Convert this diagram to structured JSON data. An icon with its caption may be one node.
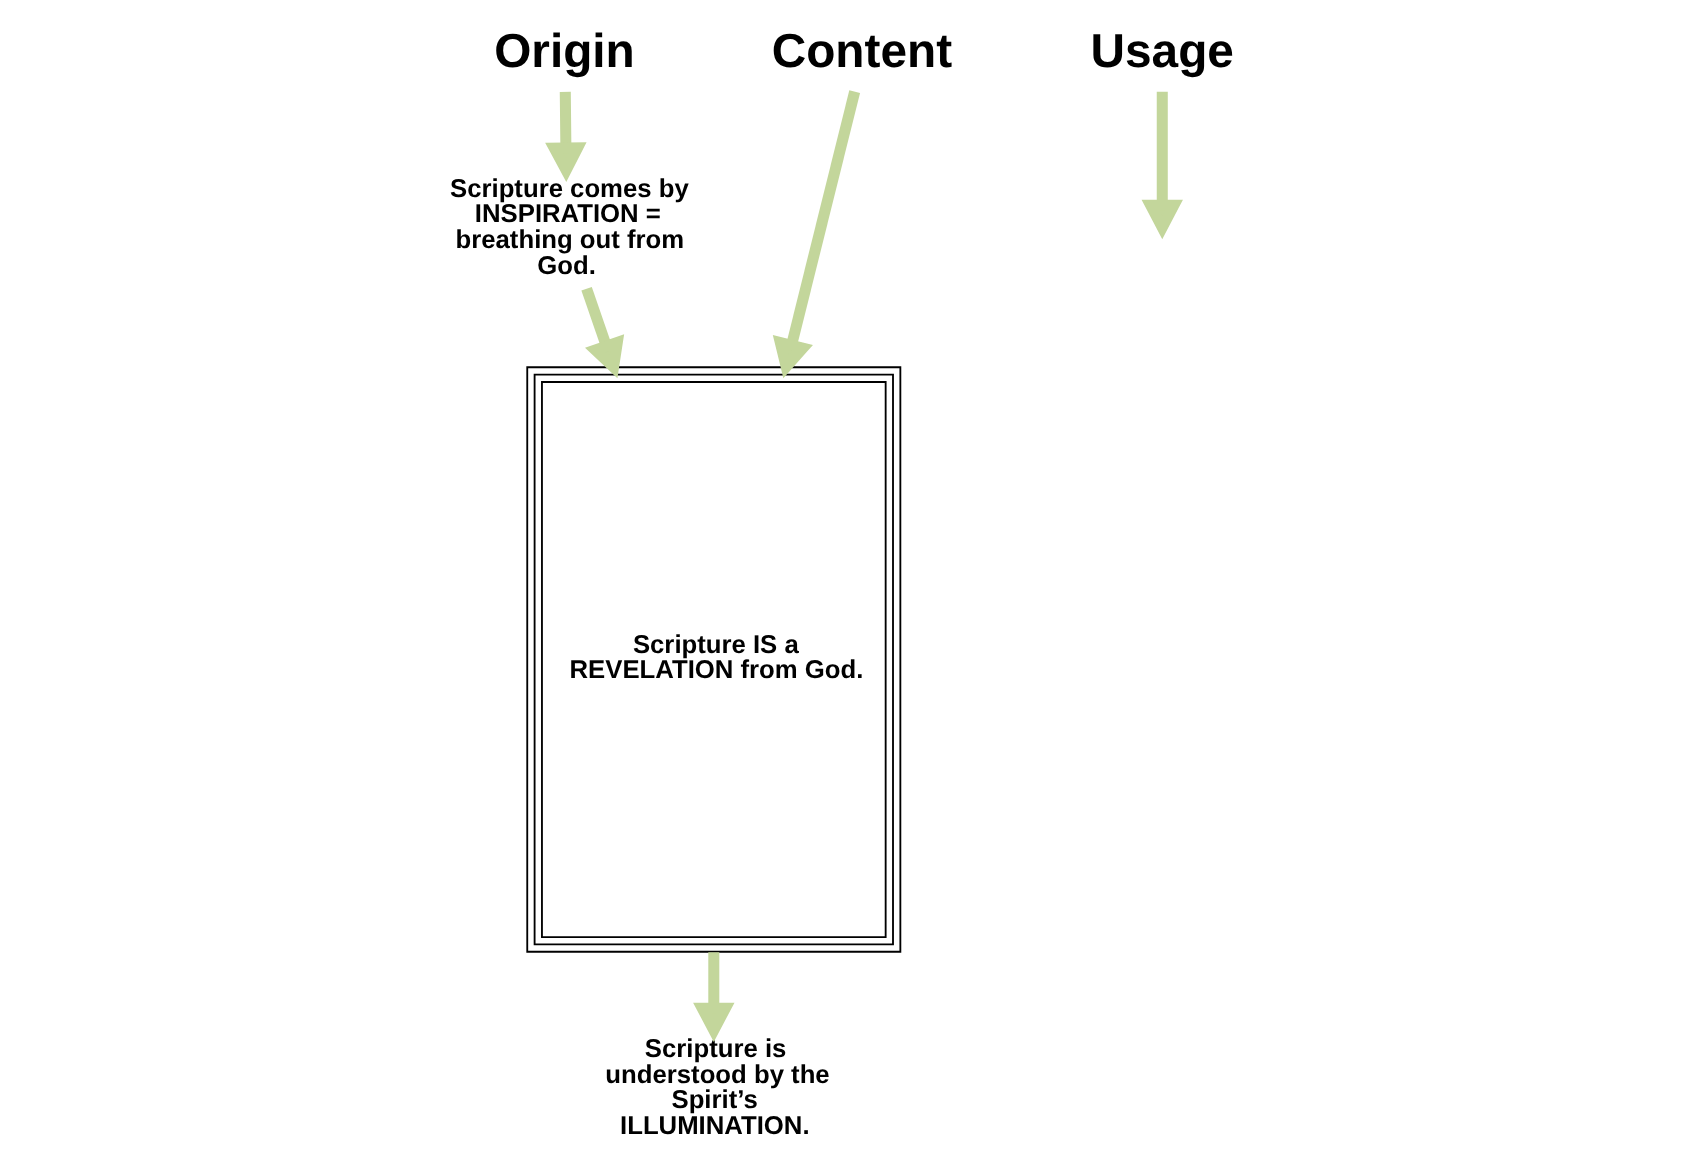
{
  "diagram": {
    "nodes": [
      {
        "text": [
          "Origin"
        ]
      },
      {
        "text": [
          "Content"
        ]
      },
      {
        "text": [
          "Usage"
        ]
      },
      {
        "text": [
          "Scripture comes by INSPIRATION = breathing out from God."
        ]
      },
      {
        "text": [
          "Scripture IS a REVELATION from God."
        ]
      },
      {
        "text": [
          "Scripture is understood by the Spirit’s ILLUMINATION."
        ]
      }
    ],
    "edges": [
      {
        "from": 0,
        "to": 3,
        "arrow": "to"
      },
      {
        "from": 1,
        "to": 4,
        "arrow": "to"
      },
      {
        "from": 2,
        "to": null,
        "arrow": "to"
      },
      {
        "from": 3,
        "to": 4,
        "arrow": "to"
      },
      {
        "from": 4,
        "to": 5,
        "arrow": "to"
      }
    ]
  }
}
